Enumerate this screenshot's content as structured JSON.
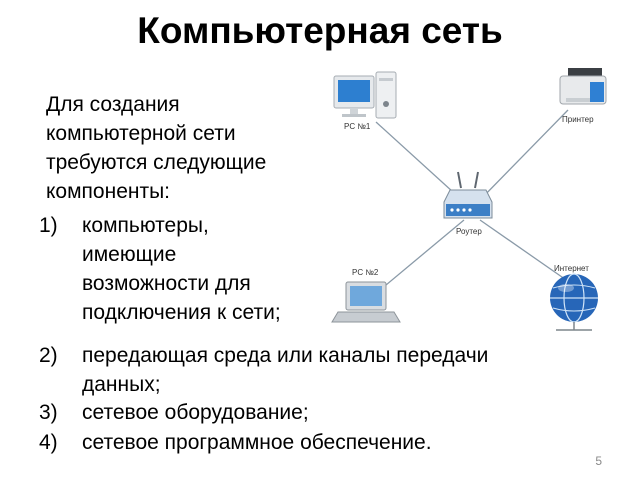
{
  "slide": {
    "title": "Компьютерная сеть",
    "intro": "Для создания компьютерной сети требуются следующие компоненты:",
    "items": [
      {
        "num": "1)",
        "text": "компьютеры, имеющие возможности для подключения к сети;"
      },
      {
        "num": "2)",
        "text": "передающая среда или каналы передачи данных;"
      },
      {
        "num": "3)",
        "text": "сетевое оборудование;"
      },
      {
        "num": "4)",
        "text": "сетевое программное обеспечение."
      }
    ],
    "page_number": "5"
  },
  "diagram": {
    "labels": {
      "pc1": "PC №1",
      "printer": "Принтер",
      "router": "Роутер",
      "pc2": "PC №2",
      "internet": "Интернет"
    },
    "icons": [
      "desktop-computer-icon",
      "printer-icon",
      "router-icon",
      "laptop-icon",
      "globe-icon"
    ],
    "colors": {
      "link_line": "#8a9aa8",
      "accent_blue": "#1d70c8"
    }
  }
}
